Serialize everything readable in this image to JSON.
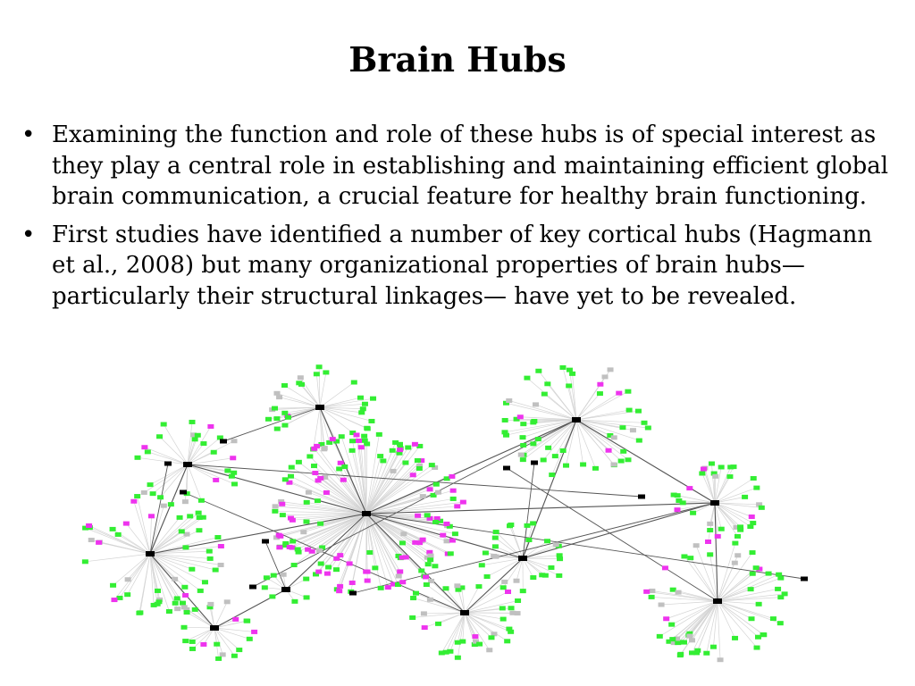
{
  "slide": {
    "title": "Brain Hubs",
    "bullet_symbol": "•",
    "bullets": [
      "Examining the function and role of these hubs is of special interest as they play a central role in establishing and maintaining efficient global brain communication, a crucial feature for healthy brain functioning.",
      "First studies have identified a number of key cortical hubs (Hagmann et al., 2008) but many organizational properties of brain hubs— particularly their structural linkages— have yet to be revealed."
    ]
  },
  "network_colors": {
    "hub_node": "#000000",
    "node_green": "#33ee33",
    "node_magenta": "#ee33ee",
    "node_gray": "#c0c0c0",
    "edge_light": "#d4d4d4",
    "edge_dark": "#555555"
  }
}
